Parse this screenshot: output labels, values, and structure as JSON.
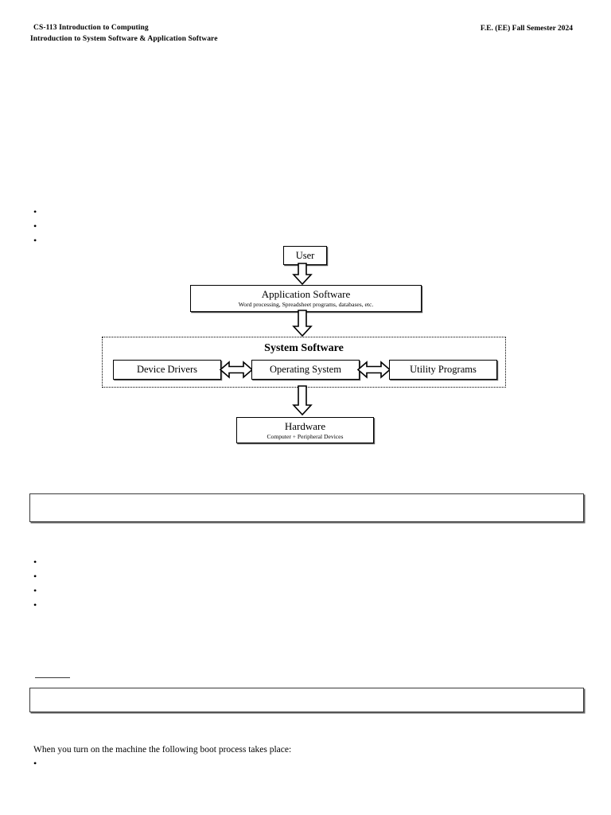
{
  "header": {
    "course_line": "CS-113 Introduction to Computing",
    "topic_line": "Introduction to System Software & Application Software",
    "term": "F.E. (EE) Fall Semester 2024"
  },
  "bullets_top": [
    "",
    "",
    ""
  ],
  "diagram": {
    "user": {
      "title": "User"
    },
    "application_software": {
      "title": "Application Software",
      "subtitle": "Word processing, Spreadsheet programs, databases, etc."
    },
    "system_software": {
      "title": "System Software",
      "components": [
        {
          "label": "Device Drivers"
        },
        {
          "label": "Operating System"
        },
        {
          "label": "Utility Programs"
        }
      ]
    },
    "hardware": {
      "title": "Hardware",
      "subtitle": "Computer + Peripheral Devices"
    },
    "arrows": [
      {
        "name": "user-to-application",
        "direction": "down"
      },
      {
        "name": "application-to-system",
        "direction": "down"
      },
      {
        "name": "system-to-hardware",
        "direction": "down"
      },
      {
        "name": "device-drivers-to-operating-system",
        "direction": "both"
      },
      {
        "name": "operating-system-to-utility-programs",
        "direction": "both"
      }
    ]
  },
  "answer_box_1": {
    "value": ""
  },
  "bullets_mid": [
    "",
    "",
    "",
    ""
  ],
  "answer_box_2": {
    "value": ""
  },
  "boot": {
    "intro": "When you turn on the machine the following boot process takes place:",
    "bullets": [
      ""
    ]
  },
  "colors": {
    "text": "#000000",
    "box_border": "#000000",
    "answer_box_border": "#3a3a3a",
    "page_background": "#ffffff"
  }
}
